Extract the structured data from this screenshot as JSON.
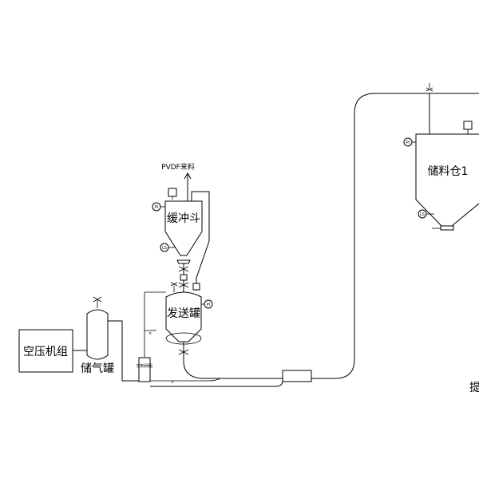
{
  "diagram": {
    "feed_label": "PVDF来料",
    "equipment": {
      "compressor": "空压机组",
      "air_tank": "储气罐",
      "buffer_hopper": "缓冲斗",
      "sending_tank": "发送罐",
      "control_valve_group": "控制阀组",
      "storage_silo": "储料仓1"
    },
    "instruments": {
      "buffer_pressure": "PI",
      "buffer_level": "LS",
      "sending_pressure": "PI",
      "silo_pressure": "PI",
      "silo_level": "LS"
    },
    "edge_glyph": "提"
  }
}
